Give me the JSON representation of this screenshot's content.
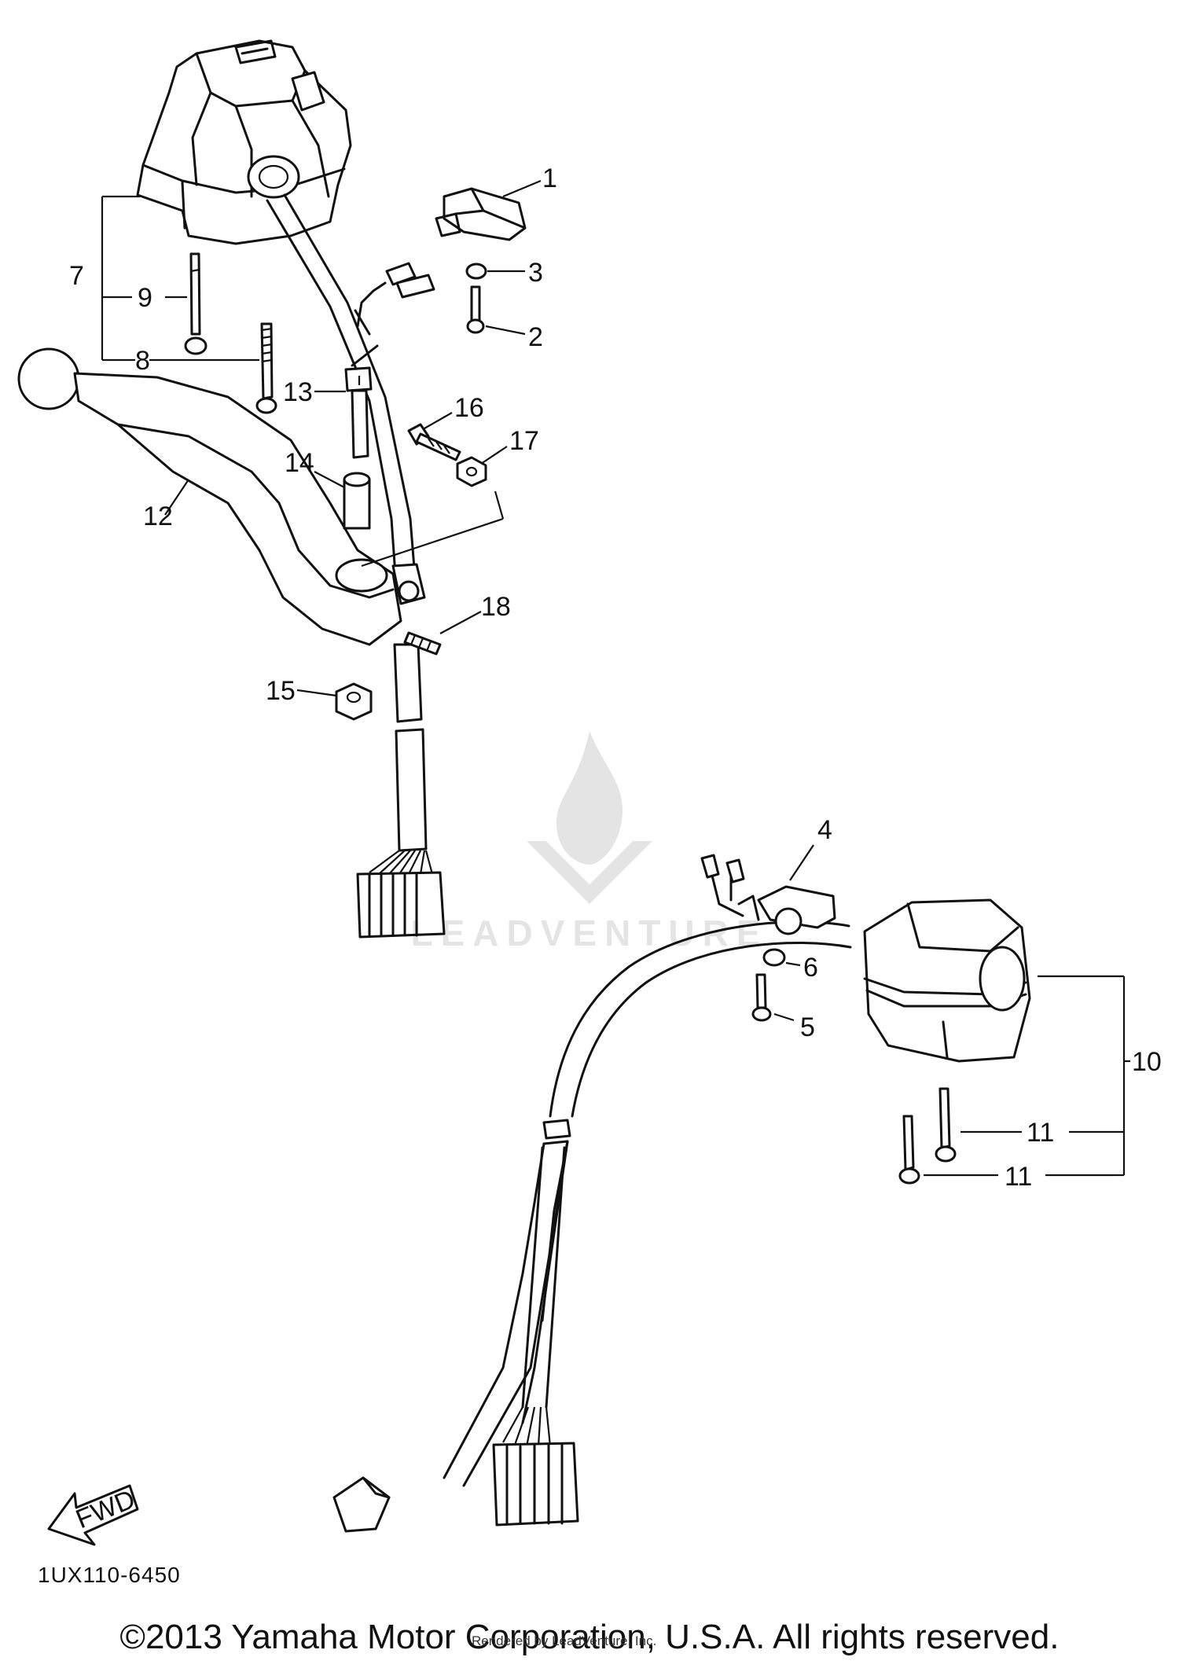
{
  "diagram": {
    "callouts": {
      "p1": "1",
      "p2": "2",
      "p3": "3",
      "p4": "4",
      "p5": "5",
      "p6": "6",
      "p7": "7",
      "p8": "8",
      "p9": "9",
      "p10": "10",
      "p11a": "11",
      "p11b": "11",
      "p12": "12",
      "p13": "13",
      "p14": "14",
      "p15": "15",
      "p16": "16",
      "p17": "17",
      "p18": "18"
    },
    "fwd_label": "FWD",
    "diagram_code": "1UX110-6450"
  },
  "watermark": {
    "text": "LEADVENTURE"
  },
  "footer": {
    "copyright": "©2013 Yamaha Motor Corporation, U.S.A. All rights reserved.",
    "rendered_by": "Rendered by LeadVenture, Inc."
  }
}
